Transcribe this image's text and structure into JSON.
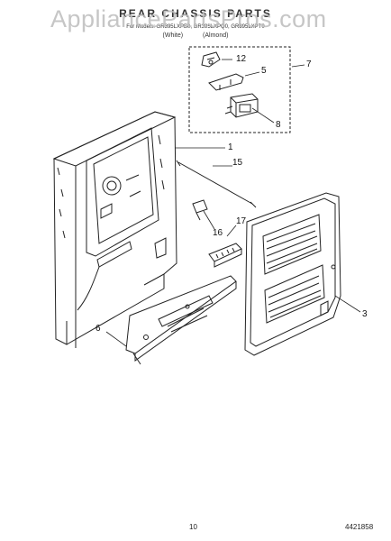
{
  "watermark": "AppliancePartsPros.com",
  "header": {
    "title": "REAR CHASSIS PARTS",
    "subtitle": "For Models: GR395LXPB0, GR395LXPQ0, GR395LXPT0",
    "variants": "(White) (Almond)"
  },
  "callouts": {
    "c1": "1",
    "c3": "3",
    "c5": "5",
    "c6": "6",
    "c7": "7",
    "c8": "8",
    "c12": "12",
    "c15": "15",
    "c16": "16",
    "c17": "17"
  },
  "footer": {
    "page_number": "10",
    "doc_number": "4421858"
  }
}
